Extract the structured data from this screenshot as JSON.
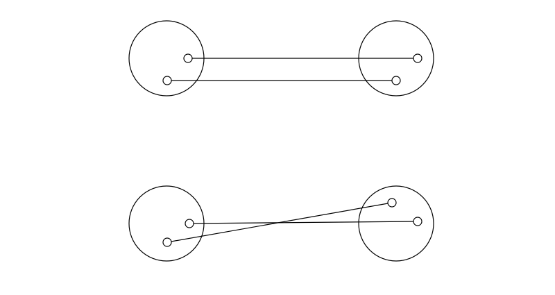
{
  "diagram": {
    "groups": [
      {
        "name": "top-pair",
        "connections": [
          {
            "from": "left-outer-node",
            "to": "right-outer-node"
          },
          {
            "from": "left-inner-node",
            "to": "right-inner-node"
          }
        ]
      },
      {
        "name": "bottom-pair",
        "connections": [
          {
            "from": "left-outer-node",
            "to": "right-outer-node"
          },
          {
            "from": "left-inner-node",
            "to": "right-inner-node"
          }
        ]
      }
    ]
  },
  "colors": {
    "stroke": "#000000",
    "background": "#ffffff"
  }
}
